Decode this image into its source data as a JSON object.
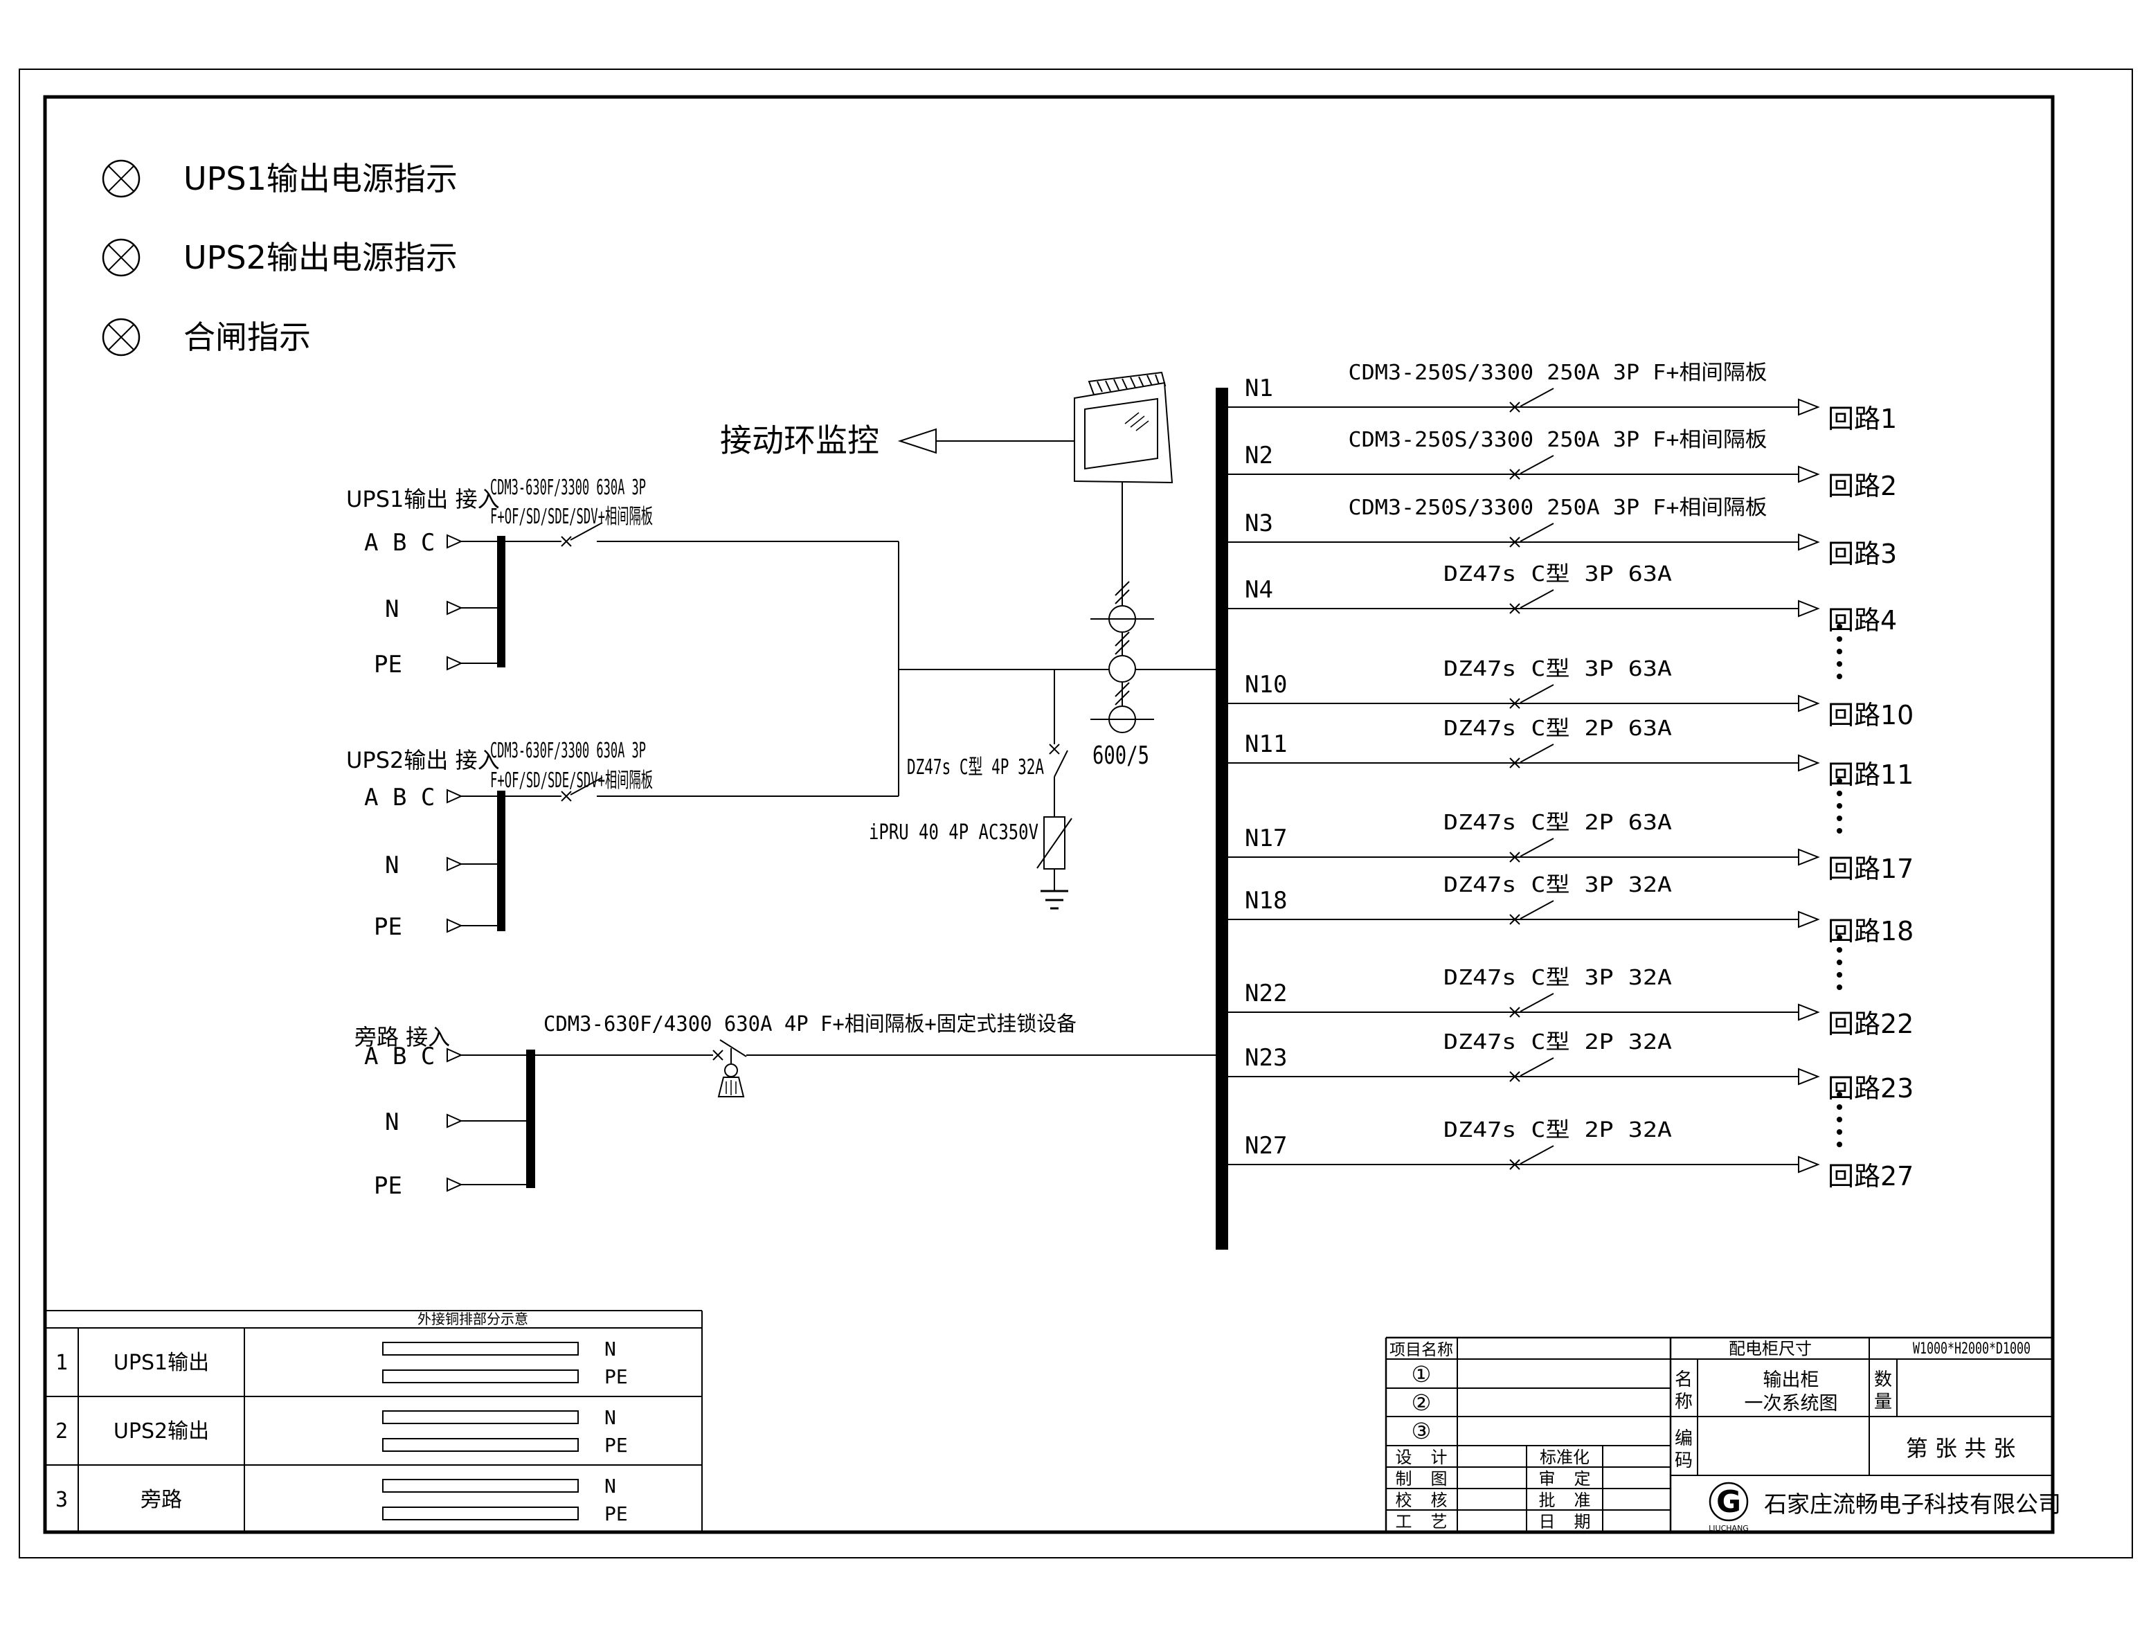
{
  "drawing": {
    "legend": [
      {
        "label": "UPS1输出电源指示"
      },
      {
        "label": "UPS2输出电源指示"
      },
      {
        "label": "合闸指示"
      }
    ],
    "monitor_label": "接动环监控",
    "sources": [
      {
        "title": "UPS1输出 接入",
        "breaker_line1": "CDM3-630F/3300 630A 3P",
        "breaker_line2": "F+OF/SD/SDE/SDV+相间隔板",
        "phase_a": "A B C",
        "phase_n": "N",
        "phase_pe": "PE"
      },
      {
        "title": "UPS2输出 接入",
        "breaker_line1": "CDM3-630F/3300 630A 3P",
        "breaker_line2": "F+OF/SD/SDE/SDV+相间隔板",
        "phase_a": "A B C",
        "phase_n": "N",
        "phase_pe": "PE"
      },
      {
        "title": "旁路 接入",
        "breaker_line1": "CDM3-630F/4300 630A 4P F+相间隔板+固定式挂锁设备",
        "phase_a": "A B C",
        "phase_n": "N",
        "phase_pe": "PE"
      }
    ],
    "metering": {
      "ct_ratio": "600/5",
      "spd_breaker": "DZ47s C型 4P 32A",
      "spd_model": "iPRU 40 4P AC350V"
    },
    "feeders": [
      {
        "id": "N1",
        "breaker": "CDM3-250S/3300 250A 3P F+相间隔板",
        "circuit": "回路1",
        "ellipsis_after": false
      },
      {
        "id": "N2",
        "breaker": "CDM3-250S/3300 250A 3P F+相间隔板",
        "circuit": "回路2",
        "ellipsis_after": false
      },
      {
        "id": "N3",
        "breaker": "CDM3-250S/3300 250A 3P F+相间隔板",
        "circuit": "回路3",
        "ellipsis_after": false
      },
      {
        "id": "N4",
        "breaker": "DZ47s C型 3P 63A",
        "circuit": "回路4",
        "ellipsis_after": true
      },
      {
        "id": "N10",
        "breaker": "DZ47s C型 3P 63A",
        "circuit": "回路10",
        "ellipsis_after": false
      },
      {
        "id": "N11",
        "breaker": "DZ47s C型 2P 63A",
        "circuit": "回路11",
        "ellipsis_after": true
      },
      {
        "id": "N17",
        "breaker": "DZ47s C型 2P 63A",
        "circuit": "回路17",
        "ellipsis_after": false
      },
      {
        "id": "N18",
        "breaker": "DZ47s C型 3P 32A",
        "circuit": "回路18",
        "ellipsis_after": true
      },
      {
        "id": "N22",
        "breaker": "DZ47s C型 3P 32A",
        "circuit": "回路22",
        "ellipsis_after": false
      },
      {
        "id": "N23",
        "breaker": "DZ47s C型 2P 32A",
        "circuit": "回路23",
        "ellipsis_after": true
      },
      {
        "id": "N27",
        "breaker": "DZ47s C型 2P 32A",
        "circuit": "回路27",
        "ellipsis_after": false
      }
    ],
    "copper_table": {
      "title": "外接铜排部分示意",
      "rows": [
        {
          "no": "1",
          "name": "UPS1输出",
          "bar1": "N",
          "bar2": "PE"
        },
        {
          "no": "2",
          "name": "UPS2输出",
          "bar1": "N",
          "bar2": "PE"
        },
        {
          "no": "3",
          "name": "旁路",
          "bar1": "N",
          "bar2": "PE"
        }
      ]
    },
    "title_block": {
      "project_label": "项目名称",
      "row1": "①",
      "row2": "②",
      "row3": "③",
      "design": "设 计",
      "drafting": "制 图",
      "check": "校 核",
      "process": "工 艺",
      "standardization": "标准化",
      "approval": "审 定",
      "ratify": "批 准",
      "date": "日 期",
      "cabinet_size_label": "配电柜尺寸",
      "cabinet_size": "W1000*H2000*D1000",
      "name_label_1": "名",
      "name_label_2": "称",
      "name_line1": "输出柜",
      "name_line2": "一次系统图",
      "qty_label_1": "数",
      "qty_label_2": "量",
      "code_label_1": "编",
      "code_label_2": "码",
      "sheet": "第    张 共    张",
      "logo_letter": "G",
      "logo_text": "LIUCHANG",
      "company": "石家庄流畅电子科技有限公司"
    }
  }
}
